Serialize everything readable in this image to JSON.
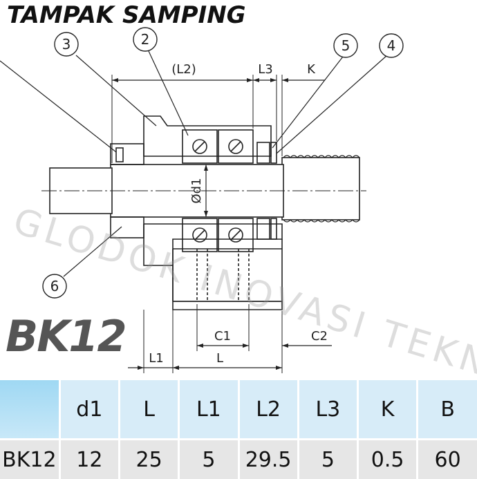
{
  "title": "TAMPAK SAMPING",
  "model": "BK12",
  "watermark": "GLODOK INOVASI TEKNIKA",
  "callouts": [
    "3",
    "2",
    "5",
    "4",
    "6"
  ],
  "dimensions": {
    "l2": "(L2)",
    "l3": "L3",
    "k": "K",
    "d1": "Ød1",
    "c1": "C1",
    "c2": "C2",
    "l1": "L1",
    "l": "L"
  },
  "table": {
    "headers": [
      "",
      "d1",
      "L",
      "L1",
      "L2",
      "L3",
      "K",
      "B"
    ],
    "rows": [
      [
        "BK12",
        "12",
        "25",
        "5",
        "29.5",
        "5",
        "0.5",
        "60"
      ]
    ]
  }
}
